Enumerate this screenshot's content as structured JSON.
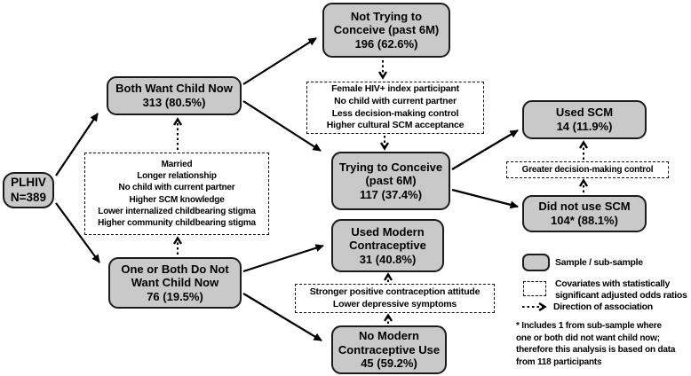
{
  "colors": {
    "node_fill": "#c9c9c9",
    "node_border": "#1b1b1b",
    "background": "#ffffff",
    "text": "#000000"
  },
  "nodes": {
    "plhiv": {
      "lines": [
        "PLHIV",
        "N=389"
      ]
    },
    "both_want": {
      "lines": [
        "Both Want Child Now",
        "313 (80.5%)"
      ]
    },
    "one_or_both": {
      "lines": [
        "One or Both Do Not",
        "Want Child Now",
        "76 (19.5%)"
      ]
    },
    "not_trying": {
      "lines": [
        "Not Trying to",
        "Conceive (past 6M)",
        "196 (62.6%)"
      ]
    },
    "trying": {
      "lines": [
        "Trying to Conceive",
        "(past 6M)",
        "117 (37.4%)"
      ]
    },
    "used_scm": {
      "lines": [
        "Used SCM",
        "14 (11.9%)"
      ]
    },
    "did_not_use_scm": {
      "lines": [
        "Did not use SCM",
        "104* (88.1%)"
      ]
    },
    "used_modern": {
      "lines": [
        "Used Modern",
        "Contraceptive",
        "31 (40.8%)"
      ]
    },
    "no_modern": {
      "lines": [
        "No Modern",
        "Contraceptive Use",
        "45 (59.2%)"
      ]
    }
  },
  "covariates": {
    "female_hiv": {
      "lines": [
        "Female HIV+ index participant",
        "No child with current partner",
        "Less decision-making control",
        "Higher cultural SCM acceptance"
      ]
    },
    "married": {
      "lines": [
        "Married",
        "Longer relationship",
        "No child with current partner",
        "Higher SCM knowledge",
        "Lower internalized childbearing stigma",
        "Higher community childbearing stigma"
      ]
    },
    "greater_control": {
      "lines": [
        "Greater decision-making control"
      ]
    },
    "contraception": {
      "lines": [
        "Stronger positive contraception attitude",
        "Lower depressive symptoms"
      ]
    }
  },
  "legend": {
    "sample_label": "Sample / sub-sample",
    "covariates_label": [
      "Covariates with statistically",
      "significant adjusted odds ratios"
    ],
    "direction_label": "Direction of association",
    "footnote": [
      "* Includes 1 from sub-sample where",
      "one or both did not want child now;",
      "therefore this analysis is based on data",
      "from 118 participants"
    ]
  }
}
